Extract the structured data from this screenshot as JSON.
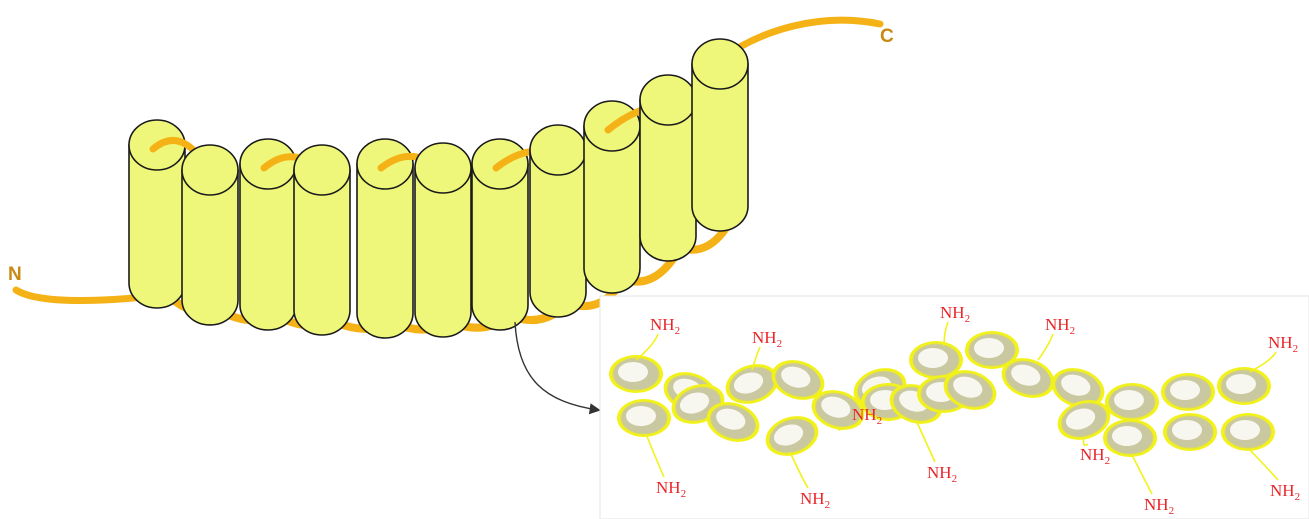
{
  "protein": {
    "n_terminus_label": "N",
    "c_terminus_label": "C"
  },
  "chain": {
    "group_label": "NH",
    "group_subscript": "2",
    "group_count": 12
  },
  "colors": {
    "helix_fill": "#eef77a",
    "helix_stroke": "#1a1a1a",
    "loop": "#f5b216",
    "terminus_label": "#c88a12",
    "amine_label": "#e8262a",
    "bead_ring": "#f2f21a",
    "bead_body": "#c9c8a0",
    "bead_core": "#f7f7f0",
    "arrow": "#333333"
  }
}
